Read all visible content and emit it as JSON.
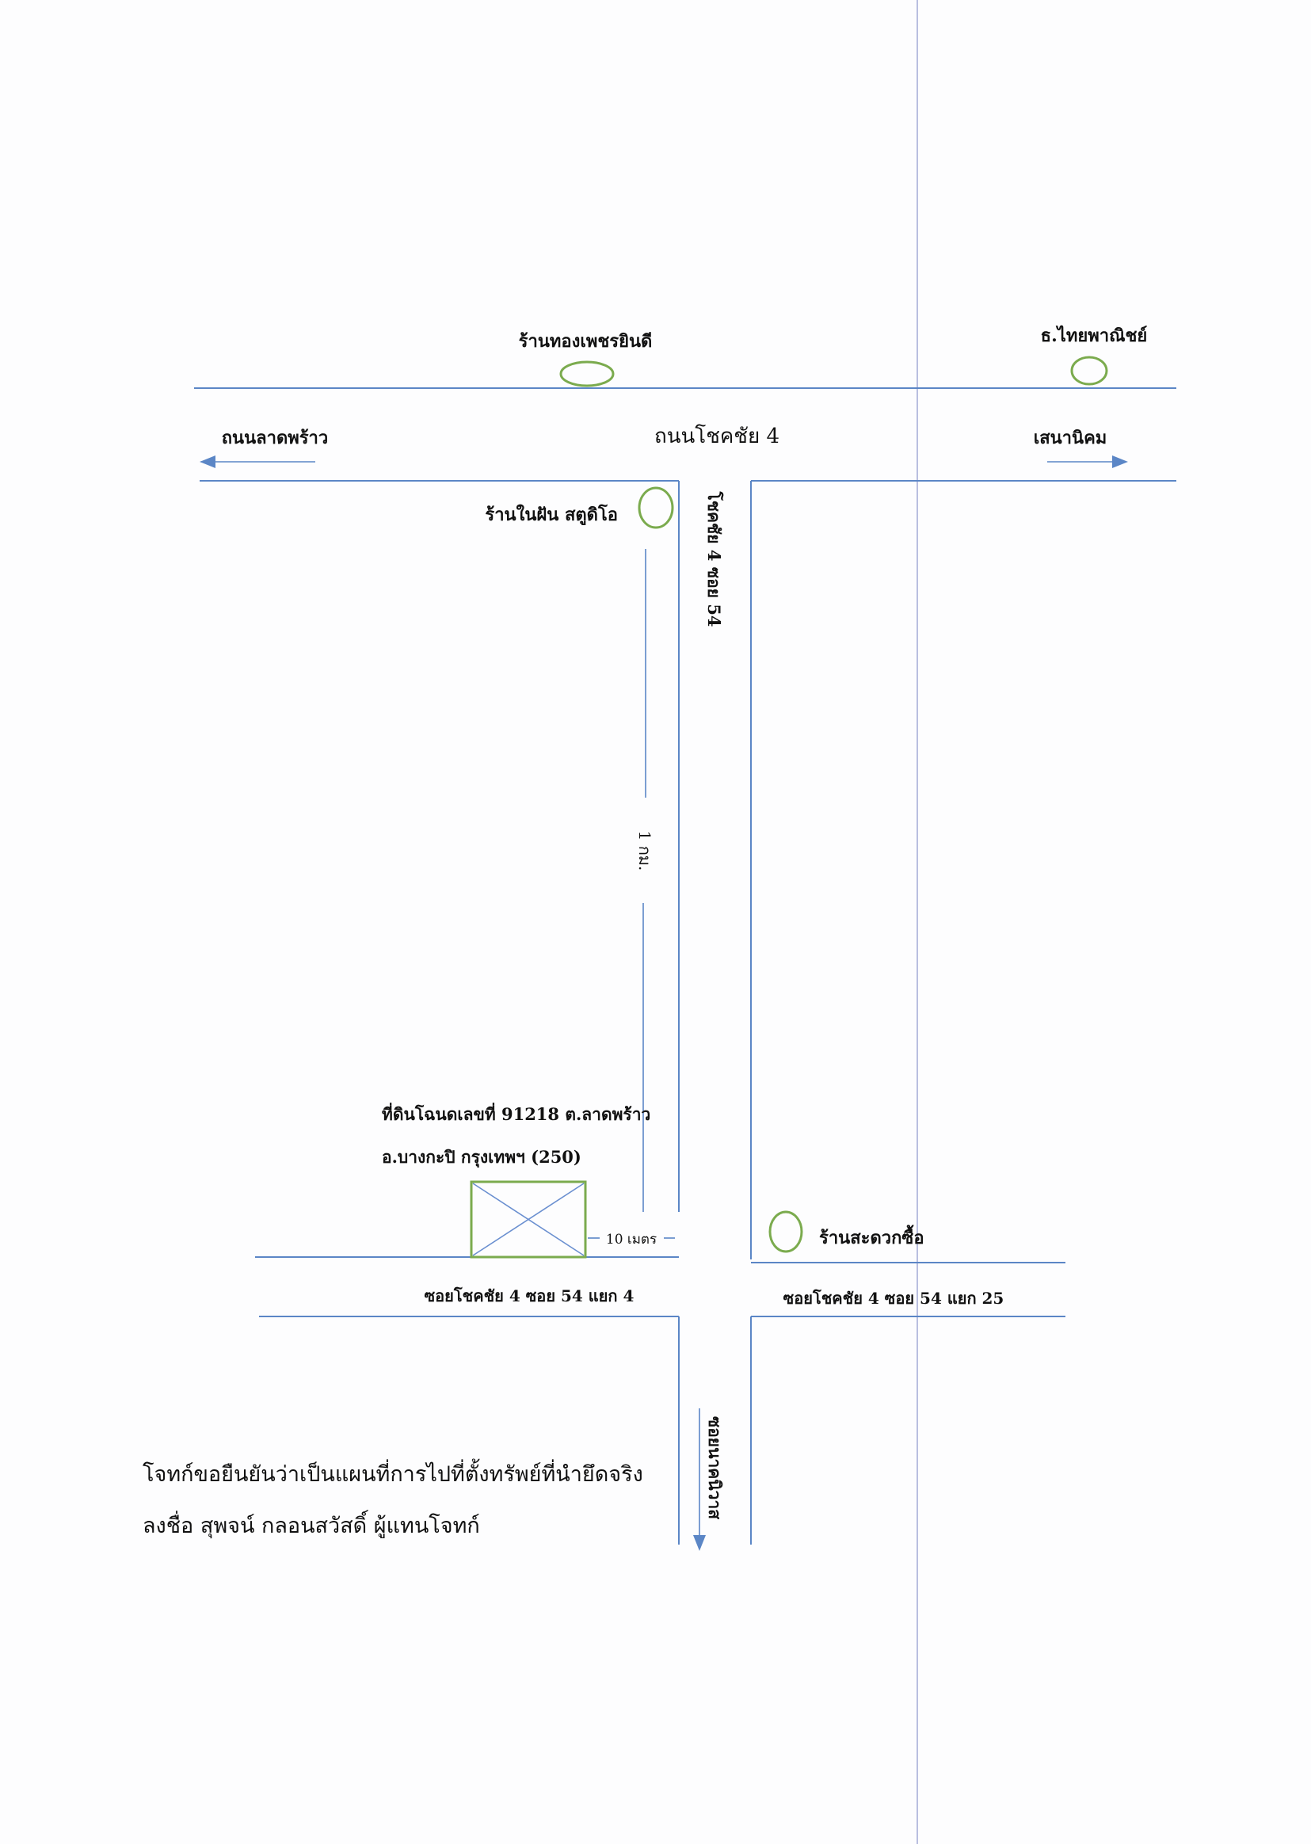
{
  "map": {
    "main_road": "ถนนโชคชัย 4",
    "to_ladprao": "ถนนลาดพร้าว",
    "to_senanikom": "เสนานิคม",
    "landmarks": {
      "gold_shop": "ร้านทองเพชรยินดี",
      "bank": "ธ.ไทยพาณิชย์",
      "studio": "ร้านในฝัน สตูดิโอ",
      "convenience_store": "ร้านสะดวกซื้อ"
    },
    "soi_main": "โชคชัย 4 ซอย 54",
    "distance_1km": "1 กม.",
    "distance_10m": "10 เมตร",
    "branch_left": "ซอยโชคชัย 4 ซอย 54 แยก 4",
    "branch_right": "ซอยโชคชัย 4 ซอย 54 แยก 25",
    "to_nakniwat": "ซอยนาคนิวาส",
    "property_line1": "ที่ดินโฉนดเลขที่ 91218 ต.ลาดพร้าว",
    "property_line2": "อ.บางกะปิ กรุงเทพฯ (250)"
  },
  "certification": {
    "line1": "โจทก์ขอยืนยันว่าเป็นแผนที่การไปที่ตั้งทรัพย์ที่นำยึดจริง",
    "line2": "ลงชื่อ สุพจน์ กลอนสวัสดิ์ ผู้แทนโจทก์"
  },
  "colors": {
    "road": "#5b86c6",
    "landmark": "#7bab4e",
    "paper": "#fdfdfe"
  }
}
